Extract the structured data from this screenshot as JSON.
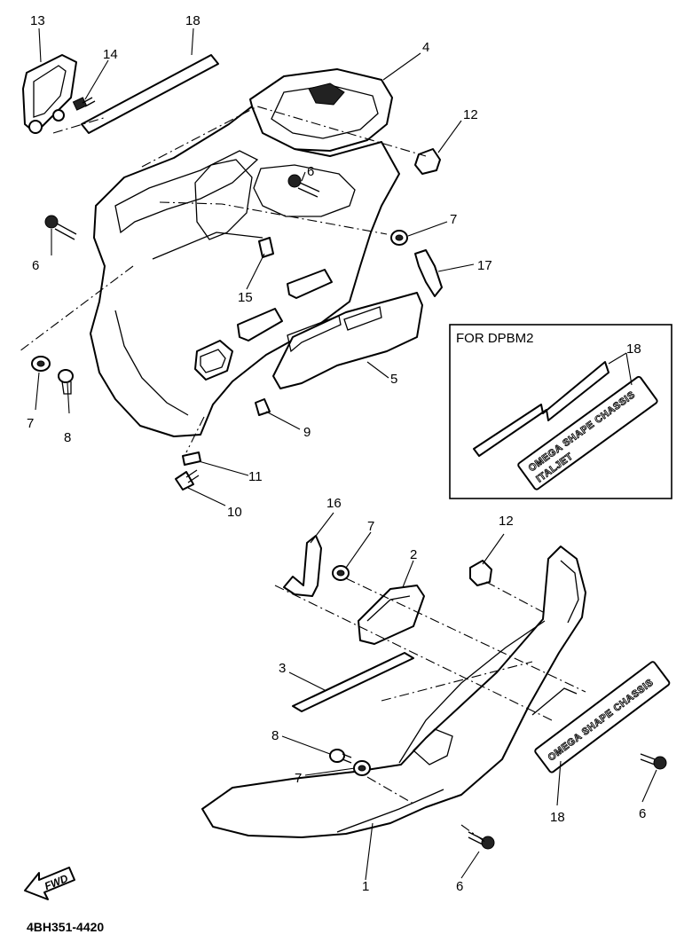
{
  "callouts": {
    "c1": "1",
    "c2": "2",
    "c3": "3",
    "c4": "4",
    "c5": "5",
    "c6a": "6",
    "c6b": "6",
    "c6c": "6",
    "c6d": "6",
    "c7a": "7",
    "c7b": "7",
    "c7c": "7",
    "c7d": "7",
    "c8a": "8",
    "c8b": "8",
    "c9": "9",
    "c10": "10",
    "c11": "11",
    "c12a": "12",
    "c12b": "12",
    "c13": "13",
    "c14": "14",
    "c15": "15",
    "c16": "16",
    "c17": "17",
    "c18a": "18",
    "c18b": "18",
    "c18c": "18"
  },
  "inset": {
    "title": "FOR DPBM2"
  },
  "emblem": {
    "line1": "OMEGA SHAPE CHASSIS",
    "line2": "ITALJET"
  },
  "fwd_arrow": {
    "label": "FWD"
  },
  "diagram_code": "4BH351-4420"
}
